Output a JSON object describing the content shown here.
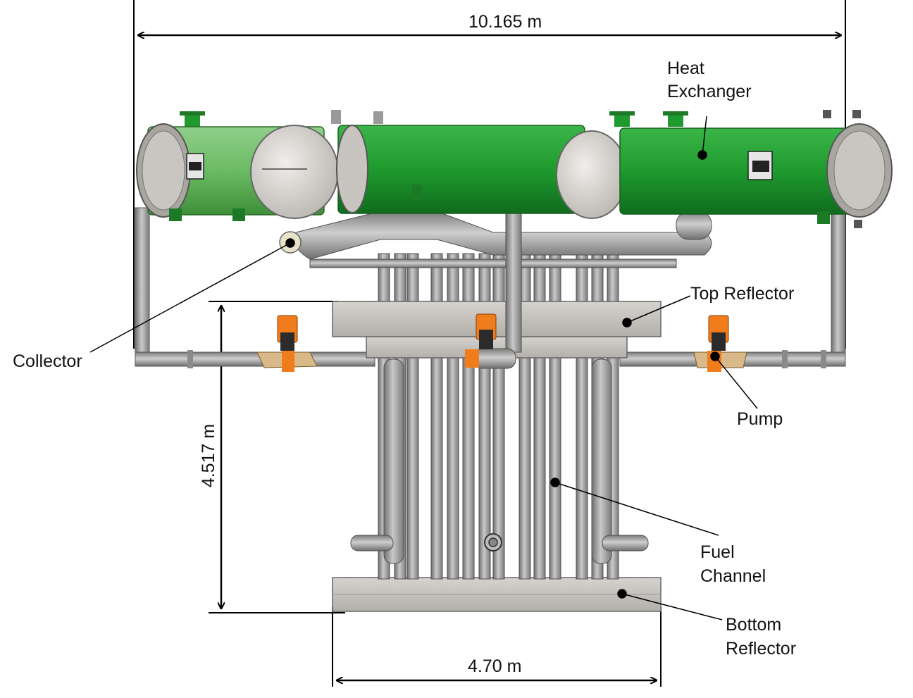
{
  "dimensions": {
    "overall_width": "10.165 m",
    "core_height": "4.517 m",
    "core_width": "4.70 m"
  },
  "labels": {
    "heat_exchanger": [
      "Heat",
      "Exchanger"
    ],
    "top_reflector": "Top Reflector",
    "collector": "Collector",
    "pump": "Pump",
    "fuel_channel": [
      "Fuel",
      "Channel"
    ],
    "bottom_reflector": [
      "Bottom",
      "Reflector"
    ]
  },
  "colors": {
    "heat_exchanger_green": "#1f9a2e",
    "pipe_grey": "#9a9a9a",
    "reflector_grey": "#c9c6c2",
    "pump_orange": "#f07c1c",
    "flange_grey": "#bdb9b3"
  }
}
